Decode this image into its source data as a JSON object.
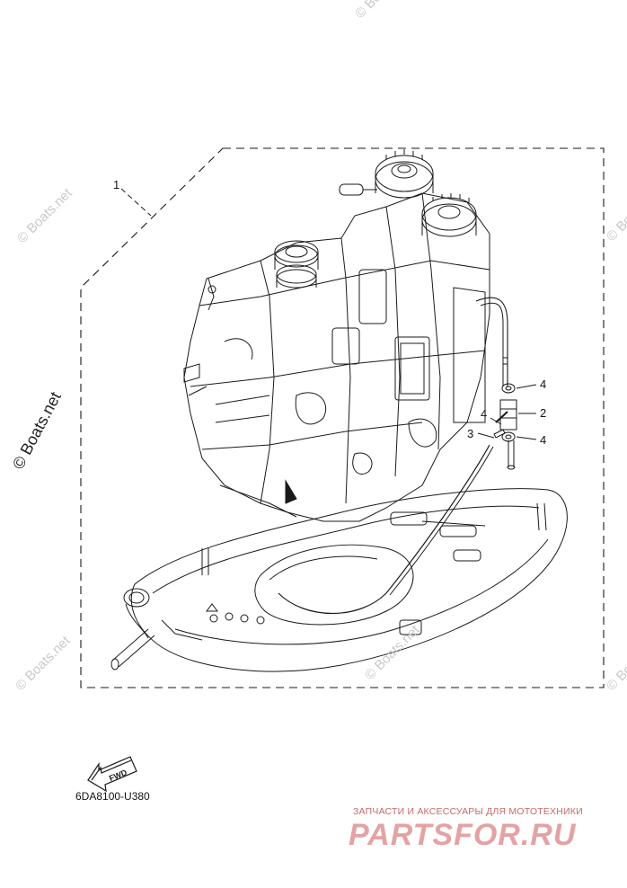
{
  "callouts": [
    {
      "id": "1",
      "label": "1"
    },
    {
      "id": "2",
      "label": "2"
    },
    {
      "id": "3",
      "label": "3"
    },
    {
      "id": "4a",
      "label": "4"
    },
    {
      "id": "4b",
      "label": "4"
    },
    {
      "id": "4c",
      "label": "4"
    }
  ],
  "fwd_label": "FWD",
  "diagram_code": "6DA8100-U380",
  "watermarks": {
    "text": "© Boats.net"
  },
  "brand": {
    "tagline": "ЗАПЧАСТИ И АКСЕССУАРЫ ДЛЯ МОТОТЕХНИКИ",
    "logo": "PARTSFOR.RU"
  },
  "colors": {
    "line": "#1a1a1a",
    "watermark": "#c9c9c9",
    "brand_text": "#c8686a",
    "brand_logo": "#e3a3a5"
  }
}
